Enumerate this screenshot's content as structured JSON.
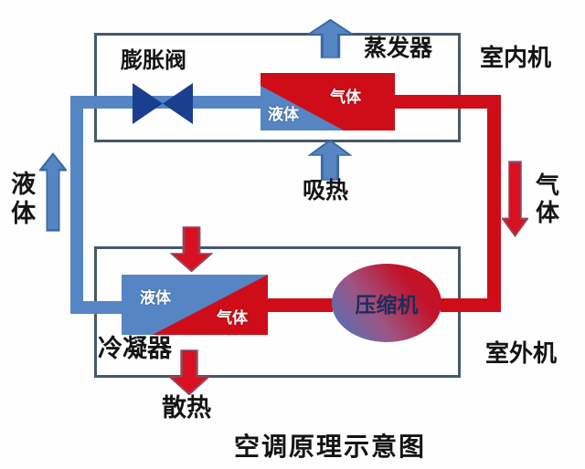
{
  "title": "空调原理示意图",
  "units": {
    "indoor_label": "室内机",
    "outdoor_label": "室外机"
  },
  "components": {
    "expansion_valve_label": "膨胀阀",
    "evaporator_label": "蒸发器",
    "condenser_label": "冷凝器",
    "compressor_label": "压缩机"
  },
  "states": {
    "evaporator_liquid": "液体",
    "evaporator_gas": "气体",
    "condenser_liquid": "液体",
    "condenser_gas": "气体",
    "left_pipe_state": "液体",
    "right_pipe_state": "气体"
  },
  "heat": {
    "absorb_label": "吸热",
    "release_label": "散热"
  },
  "colors": {
    "pipe_liquid_blue": "#5586c3",
    "pipe_gas_red": "#cf0d18",
    "valve_navy": "#1a3f8e",
    "box_border_gray": "#46586a",
    "arrow_blue_fill": "#5586c3",
    "arrow_blue_border": "#3b69a5",
    "arrow_red_fill": "#d8101f",
    "arrow_red_border": "#94445a",
    "compressor_text_navy": "#1c2c5e",
    "background": "#fefefe"
  }
}
